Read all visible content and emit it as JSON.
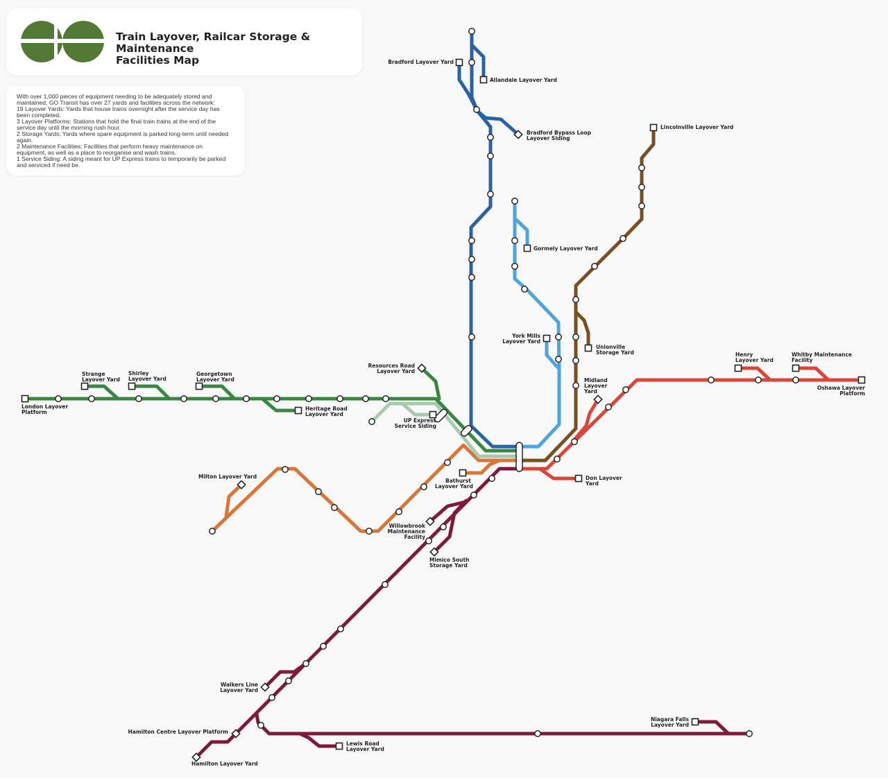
{
  "header": {
    "logo_name": "GO Transit",
    "title_line1": "Train Layover, Railcar Storage & Maintenance",
    "title_line2": "Facilities Map",
    "logo_color": "#527a35"
  },
  "info": {
    "lines": [
      "With over 1,000 pieces of equipment needing to be adequately stored and",
      "maintained, GO Transit has over 27 yards and facilities across the network:",
      "19 Layover Yards: Yards that house trains overnight after the service day has",
      "been completed.",
      "3 Layover Platforms: Stations that hold the final train trains at the end of the",
      "service day until the morning rush hour.",
      "2 Storage Yards: Yards where spare equipment is parked long-term until needed",
      "again.",
      "2 Maintenance Facilities: Facilities that perform heavy maintenance on",
      "equipment, as well as a place to reorganise and wash trains.",
      "1 Service Siding: A siding meant for UP Express trains to temporarily be parked",
      "and serviced if need be."
    ]
  },
  "lines": {
    "barrie": "#2b62a5",
    "kitchener": "#3a8743",
    "up_express": "#a8cbb0",
    "richmond_hill": "#4ea4dc",
    "stouffville": "#7a4f20",
    "lakeshore_east": "#d9463a",
    "milton": "#d97536",
    "lakeshore_west": "#7e1a3d"
  },
  "labels": {
    "bradford_layover": "Bradford Layover Yard",
    "allandale": "Allandale Layover Yard",
    "bradford_bypass_1": "Bradford Bypass Loop",
    "bradford_bypass_2": "Layover Siding",
    "lincolnville": "Lincolnville Layover Yard",
    "gormely": "Gormely Layover Yard",
    "york_mills_1": "York Mills",
    "york_mills_2": "Layover Yard",
    "unionville_1": "Unionville",
    "unionville_2": "Storage Yard",
    "henry_1": "Henry",
    "henry_2": "Layover Yard",
    "whitby_1": "Whitby Maintenance",
    "whitby_2": "Facility",
    "oshawa_1": "Oshawa Layover",
    "oshawa_2": "Platform",
    "midland_1": "Midland",
    "midland_2": "Layover",
    "midland_3": "Yard",
    "resources_1": "Resources Road",
    "resources_2": "Layover Yard",
    "strange_1": "Strange",
    "strange_2": "Layover Yard",
    "shirley_1": "Shirley",
    "shirley_2": "Layover Yard",
    "georgetown_1": "Georgetown",
    "georgetown_2": "Layover Yard",
    "london_1": "London Layover",
    "london_2": "Platform",
    "heritage_1": "Heritage Road",
    "heritage_2": "Layover Yard",
    "up_1": "UP Express",
    "up_2": "Service Siding",
    "milton": "Milton Layover Yard",
    "bathurst_1": "Bathurst",
    "bathurst_2": "Layover Yard",
    "don_1": "Don Layover",
    "don_2": "Yard",
    "willowbrook_1": "Willowbrook",
    "willowbrook_2": "Maintenance",
    "willowbrook_3": "Facility",
    "mimico_1": "Mimico South",
    "mimico_2": "Storage Yard",
    "walkers_1": "Walkers Line",
    "walkers_2": "Layover Yard",
    "hamilton_centre": "Hamilton Centre Layover Platform",
    "hamilton_yard": "Hamilton Layover Yard",
    "lewis_1": "Lewis Road",
    "lewis_2": "Layover Yard",
    "niagara_1": "Niagara Falls",
    "niagara_2": "Layover Yard"
  }
}
